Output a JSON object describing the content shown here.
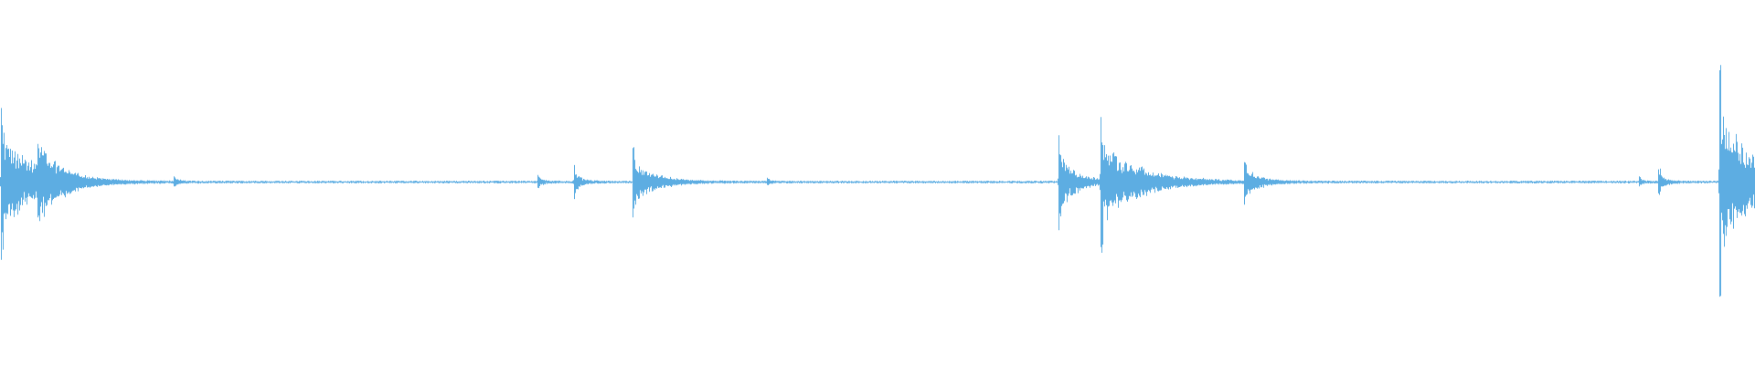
{
  "waveform": {
    "color": "#5DADE2",
    "baseline_amplitude": 0.008,
    "duration_fraction_end": 1.0,
    "transients": [
      {
        "t": 0.0005,
        "peak_up": 0.52,
        "peak_down": 0.55,
        "decay": 0.018,
        "texture": 0.12
      },
      {
        "t": 0.0215,
        "peak_up": 0.27,
        "peak_down": 0.25,
        "decay": 0.012,
        "texture": 0.07
      },
      {
        "t": 0.099,
        "peak_up": 0.04,
        "peak_down": 0.03,
        "decay": 0.003,
        "texture": 0.01
      },
      {
        "t": 0.3065,
        "peak_up": 0.05,
        "peak_down": 0.04,
        "decay": 0.003,
        "texture": 0.01
      },
      {
        "t": 0.327,
        "peak_up": 0.12,
        "peak_down": 0.12,
        "decay": 0.004,
        "texture": 0.02
      },
      {
        "t": 0.3605,
        "peak_up": 0.24,
        "peak_down": 0.25,
        "decay": 0.012,
        "texture": 0.04
      },
      {
        "t": 0.437,
        "peak_up": 0.03,
        "peak_down": 0.02,
        "decay": 0.002,
        "texture": 0.01
      },
      {
        "t": 0.603,
        "peak_up": 0.33,
        "peak_down": 0.34,
        "decay": 0.01,
        "texture": 0.04
      },
      {
        "t": 0.627,
        "peak_up": 0.46,
        "peak_down": 0.46,
        "decay": 0.022,
        "texture": 0.05
      },
      {
        "t": 0.709,
        "peak_up": 0.14,
        "peak_down": 0.16,
        "decay": 0.008,
        "texture": 0.03
      },
      {
        "t": 0.934,
        "peak_up": 0.04,
        "peak_down": 0.03,
        "decay": 0.002,
        "texture": 0.01
      },
      {
        "t": 0.945,
        "peak_up": 0.09,
        "peak_down": 0.08,
        "decay": 0.004,
        "texture": 0.02
      },
      {
        "t": 0.9795,
        "peak_up": 0.79,
        "peak_down": 0.81,
        "decay": 0.02,
        "texture": 0.12
      }
    ]
  }
}
